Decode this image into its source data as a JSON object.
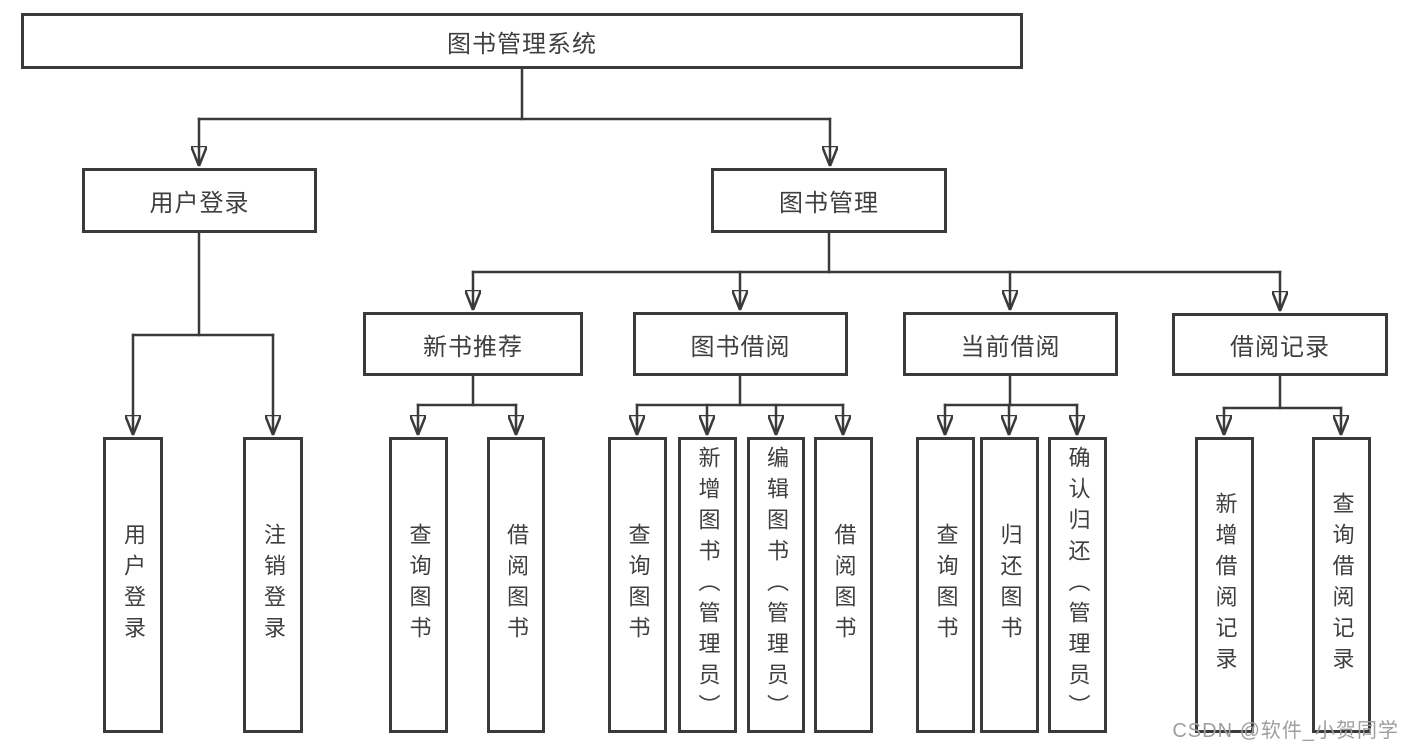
{
  "tree": {
    "label": "图书管理系统",
    "children": [
      {
        "label": "用户登录",
        "children": [
          {
            "label": "用户登录"
          },
          {
            "label": "注销登录"
          }
        ]
      },
      {
        "label": "图书管理",
        "children": [
          {
            "label": "新书推荐",
            "children": [
              {
                "label": "查询图书"
              },
              {
                "label": "借阅图书"
              }
            ]
          },
          {
            "label": "图书借阅",
            "children": [
              {
                "label": "查询图书"
              },
              {
                "label": "新增图书（管理员）"
              },
              {
                "label": "编辑图书（管理员）"
              },
              {
                "label": "借阅图书"
              }
            ]
          },
          {
            "label": "当前借阅",
            "children": [
              {
                "label": "查询图书"
              },
              {
                "label": "归还图书"
              },
              {
                "label": "确认归还（管理员）"
              }
            ]
          },
          {
            "label": "借阅记录",
            "children": [
              {
                "label": "新增借阅记录"
              },
              {
                "label": "查询借阅记录"
              }
            ]
          }
        ]
      }
    ]
  },
  "watermark": {
    "text": "CSDN @软件_小贺同学"
  },
  "colors": {
    "line": "#3a3a3a",
    "text": "#3f3f3f",
    "watermark": "#9e9ea3",
    "background": "#ffffff"
  }
}
